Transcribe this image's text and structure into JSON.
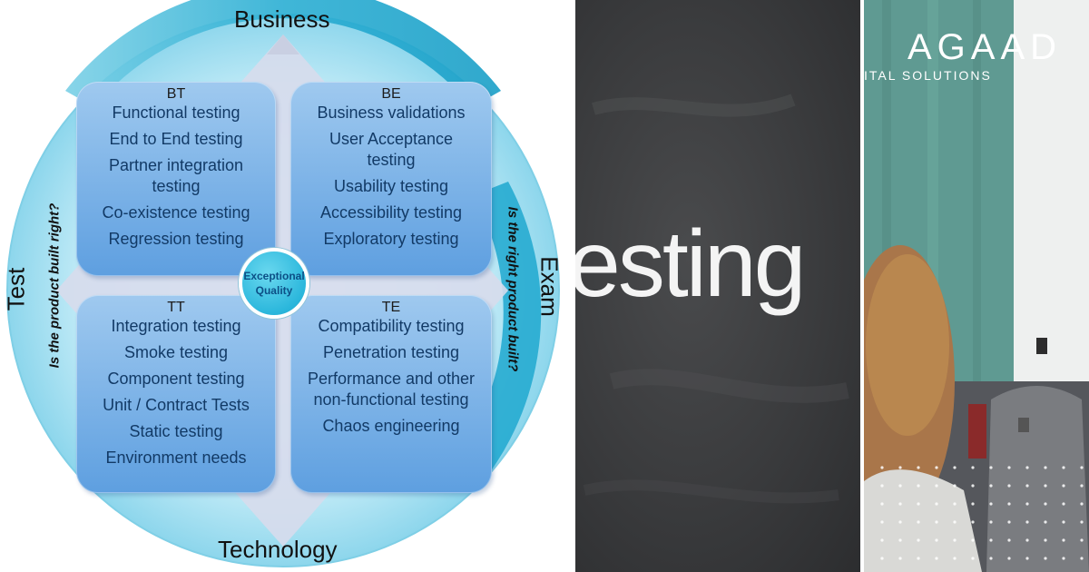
{
  "diagram": {
    "axes": {
      "top": "Business",
      "bottom": "Technology",
      "left": "Test",
      "right": "Exam"
    },
    "side_questions": {
      "left": "Is the product built right?",
      "right": "Is the right product built?"
    },
    "center": {
      "line1": "Exceptional",
      "line2": "Quality"
    },
    "quadrants": {
      "bt": {
        "tag": "BT",
        "items": [
          "Functional testing",
          "End to End testing",
          "Partner integration testing",
          "Co-existence testing",
          "Regression testing"
        ]
      },
      "be": {
        "tag": "BE",
        "items": [
          "Business validations",
          "User Acceptance testing",
          "Usability testing",
          "Accessibility testing",
          "Exploratory testing"
        ]
      },
      "tt": {
        "tag": "TT",
        "items": [
          "Integration testing",
          "Smoke testing",
          "Component testing",
          "Unit / Contract Tests",
          "Static testing",
          "Environment needs"
        ]
      },
      "te": {
        "tag": "TE",
        "items": [
          "Compatibility testing",
          "Penetration testing",
          "Performance and other non-functional testing",
          "Chaos engineering"
        ]
      }
    },
    "colors": {
      "ring": "#bfeaf7",
      "ring_band": "#3bbad9",
      "quad": "#6aa7e4",
      "center": "#2bb7dc"
    }
  },
  "chalkboard": {
    "word": "esting"
  },
  "photo": {
    "brand": "AGAAD",
    "brand_sub": "ITAL SOLUTIONS"
  }
}
